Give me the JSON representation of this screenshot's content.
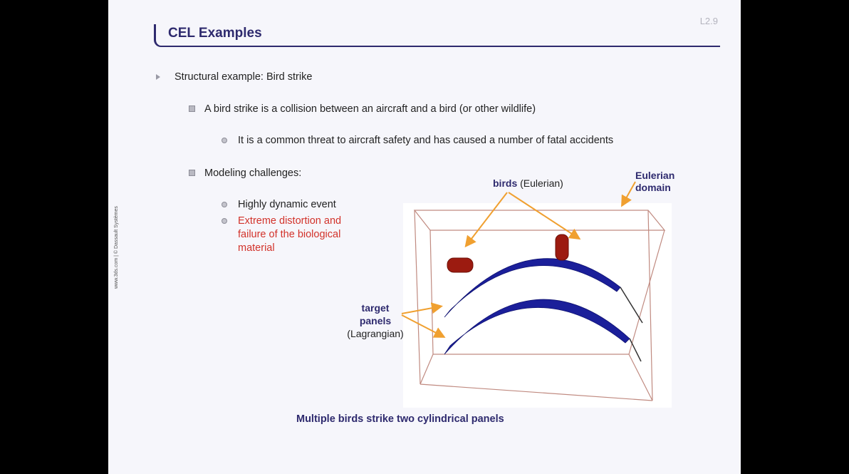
{
  "slide": {
    "number": "L2.9",
    "title": "CEL Examples",
    "copyright": "www.3ds.com | © Dassault Systèmes",
    "bullets": {
      "l1": "Structural example:  Bird strike",
      "l2a": "A bird strike is a collision between an aircraft and a bird (or other wildlife)",
      "l3a": "It is a common  threat to aircraft safety and has caused a number of fatal accidents",
      "l2b": "Modeling challenges:",
      "l3b": "Highly dynamic event",
      "l3c": "Extreme distortion and failure of the biological material"
    },
    "figure": {
      "label_birds_bold": "birds",
      "label_birds_rest": " (Eulerian)",
      "label_domain_line1": "Eulerian",
      "label_domain_line2": "domain",
      "label_target_line1": "target",
      "label_target_line2": "panels",
      "label_target_line3": "(Lagrangian)",
      "caption": "Multiple birds strike two cylindrical panels"
    },
    "colors": {
      "title": "#2e2a6e",
      "highlight": "#d2322a",
      "arrow": "#f0a030",
      "panel": "#1b1f9a",
      "bird": "#9c1b10",
      "box": "#c08a80"
    }
  }
}
